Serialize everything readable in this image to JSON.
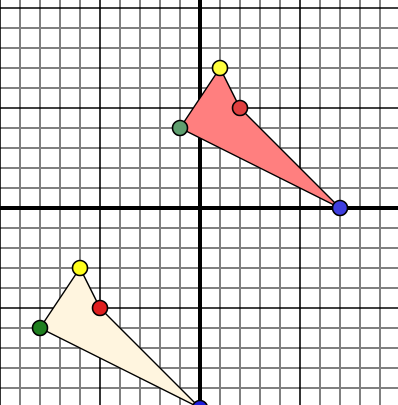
{
  "colors": {
    "background": "#ffffff",
    "minor_grid": "#808080",
    "major_grid": "#000000",
    "axis": "#000000",
    "stroke": "#000000"
  },
  "grid": {
    "x_range": [
      -10,
      9.9
    ],
    "y_range": [
      -9.85,
      10.4
    ],
    "minor_step": 1,
    "major_step": 5
  },
  "shapes": [
    {
      "name": "red-triangle",
      "fill": "#ff7f7f",
      "vertices": [
        [
          7,
          0
        ],
        [
          -1,
          4
        ],
        [
          1,
          7
        ],
        [
          2,
          5
        ]
      ],
      "points": [
        {
          "name": "blue-point",
          "color": "#3f3fdf",
          "at": [
            7,
            0
          ]
        },
        {
          "name": "green-point",
          "color": "#5f9f6f",
          "at": [
            -1,
            4
          ]
        },
        {
          "name": "yellow-point",
          "color": "#ffff3f",
          "at": [
            1,
            7
          ]
        },
        {
          "name": "red-point",
          "color": "#df3f3f",
          "at": [
            2,
            5
          ]
        }
      ]
    },
    {
      "name": "cream-triangle",
      "fill": "#fff5df",
      "vertices": [
        [
          0,
          -10
        ],
        [
          -8,
          -6
        ],
        [
          -6,
          -3
        ],
        [
          -5,
          -5
        ]
      ],
      "points": [
        {
          "name": "blue-point",
          "color": "#1f1fdf",
          "at": [
            0,
            -10
          ]
        },
        {
          "name": "green-point",
          "color": "#1f7f1f",
          "at": [
            -8,
            -6
          ]
        },
        {
          "name": "yellow-point",
          "color": "#ffff1f",
          "at": [
            -6,
            -3
          ]
        },
        {
          "name": "red-point",
          "color": "#df1f1f",
          "at": [
            -5,
            -5
          ]
        }
      ]
    }
  ]
}
